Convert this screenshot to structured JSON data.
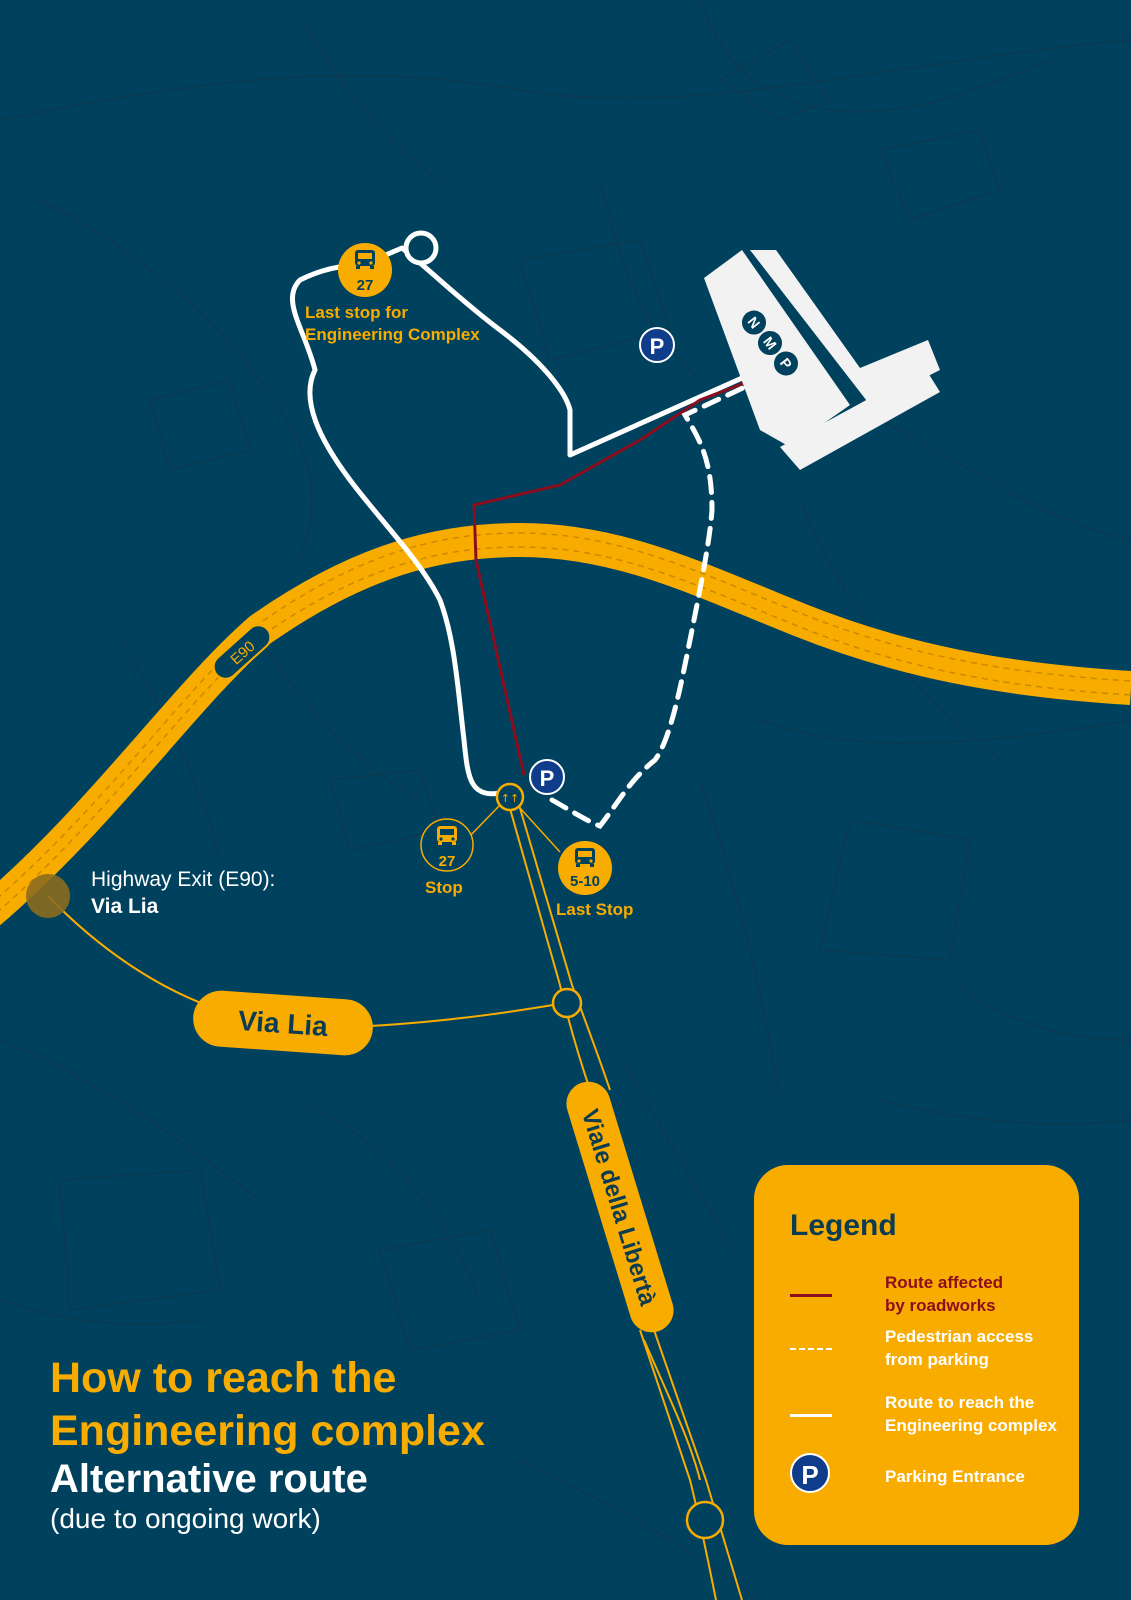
{
  "colors": {
    "background": "#00425e",
    "highway": "#f9ac00",
    "route": "#ffffff",
    "roadworks": "#8b0d1e",
    "parking": "#0f3d8c",
    "legend_bg": "#f9ac00"
  },
  "title": {
    "line1": "How to reach the",
    "line2": "Engineering complex",
    "subtitle": "Alternative route",
    "note": "(due to ongoing work)"
  },
  "roads": {
    "highway_shield": "E90",
    "via_lia": "Via Lia",
    "viale": "Viale della Libertà"
  },
  "highway_exit": {
    "label": "Highway Exit (E90):",
    "road": "Via Lia"
  },
  "stops": {
    "top": {
      "line": "27",
      "label_line1": "Last stop for",
      "label_line2": "Engineering Complex",
      "icon": "bus-icon"
    },
    "stop27": {
      "line": "27",
      "label": "Stop",
      "icon": "bus-icon"
    },
    "stop510": {
      "line": "5-10",
      "label": "Last Stop",
      "icon": "bus-icon"
    }
  },
  "building": {
    "logo_letters": [
      "N",
      "M",
      "P"
    ]
  },
  "parking_symbol": "P",
  "legend": {
    "title": "Legend",
    "items": [
      {
        "line1": "Route affected",
        "line2": "by roadworks",
        "swatch": "solid-dark-red-line"
      },
      {
        "line1": "Pedestrian access",
        "line2": "from parking",
        "swatch": "dashed-white-line"
      },
      {
        "line1": "Route to reach the",
        "line2": "Engineering complex",
        "swatch": "solid-white-line"
      },
      {
        "line1": "Parking Entrance",
        "swatch": "parking-icon"
      }
    ]
  }
}
